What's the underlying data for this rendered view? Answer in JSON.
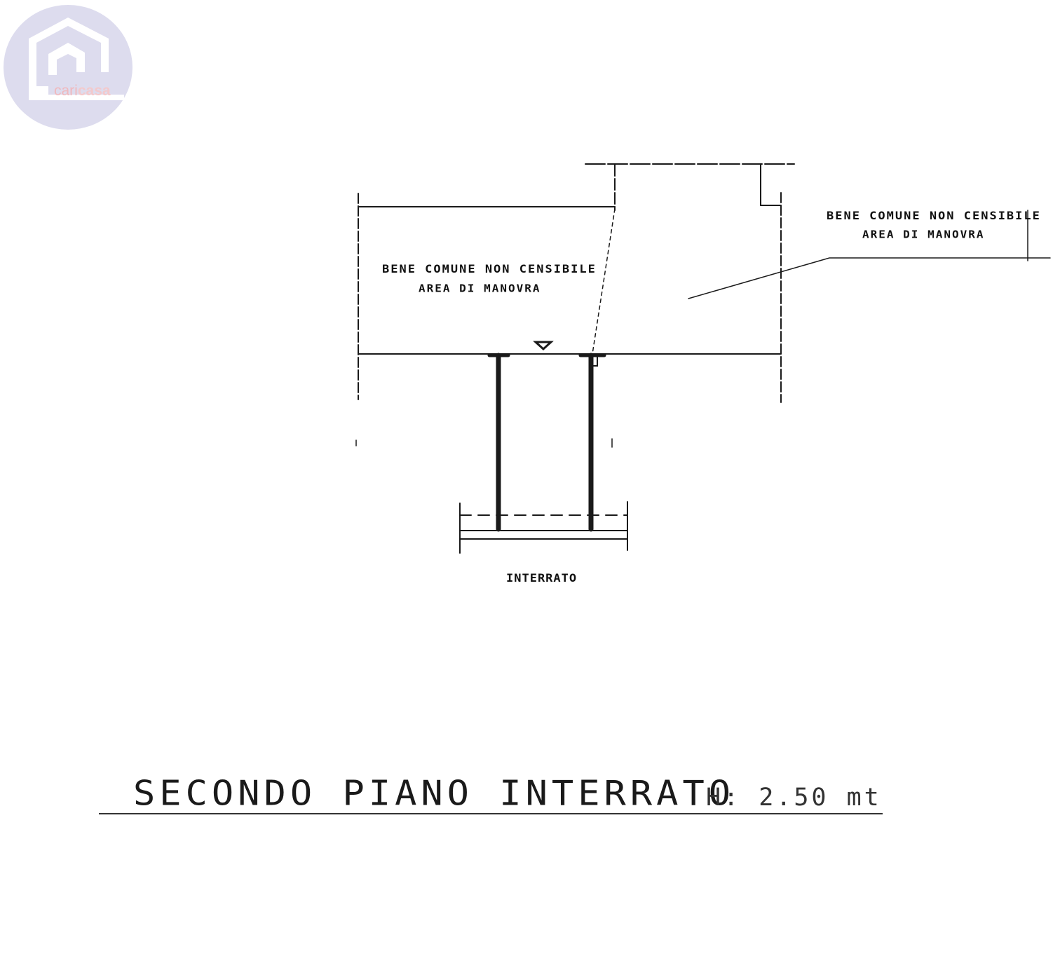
{
  "logo": {
    "icon": "house-icon",
    "text_part1": "cari",
    "text_part2": "casa",
    "background": "#dddcee",
    "accent": "#f0b8bd"
  },
  "plan": {
    "left_area_line1": "BENE COMUNE NON CENSIBILE",
    "left_area_line2": "AREA DI MANOVRA",
    "right_area_line1": "BENE COMUNE NON CENSIBILE",
    "right_area_line2": "AREA DI MANOVRA",
    "section_label": "INTERRATO"
  },
  "title": {
    "text": "SECONDO PIANO INTERRATO",
    "height": "H: 2.50 mt"
  }
}
